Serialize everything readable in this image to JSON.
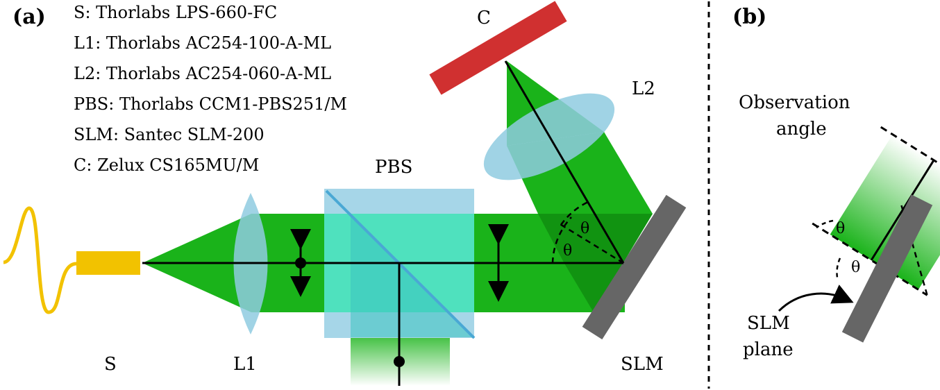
{
  "panels": {
    "a": "(a)",
    "b": "(b)"
  },
  "legend": [
    "S: Thorlabs LPS-660-FC",
    "L1: Thorlabs AC254-100-A-ML",
    "L2: Thorlabs AC254-060-A-ML",
    "PBS: Thorlabs CCM1-PBS251/M",
    "SLM: Santec SLM-200",
    "C: Zelux CS165MU/M"
  ],
  "component_labels": {
    "source": "S",
    "lens1": "L1",
    "beamsplitter": "PBS",
    "lens2": "L2",
    "camera": "C",
    "slm": "SLM"
  },
  "angles": {
    "theta": "θ"
  },
  "panel_b": {
    "observation_line1": "Observation",
    "observation_line2": "angle",
    "slm_plane_line1": "SLM",
    "slm_plane_line2": "plane"
  },
  "colors": {
    "beam": "#1ab31a",
    "beam_dark": "#0f8a0f",
    "lens": "#8fcbe0",
    "pbs": "#55e6d0",
    "fiber": "#f2c200",
    "camera": "#d03030",
    "slm": "#666666"
  }
}
